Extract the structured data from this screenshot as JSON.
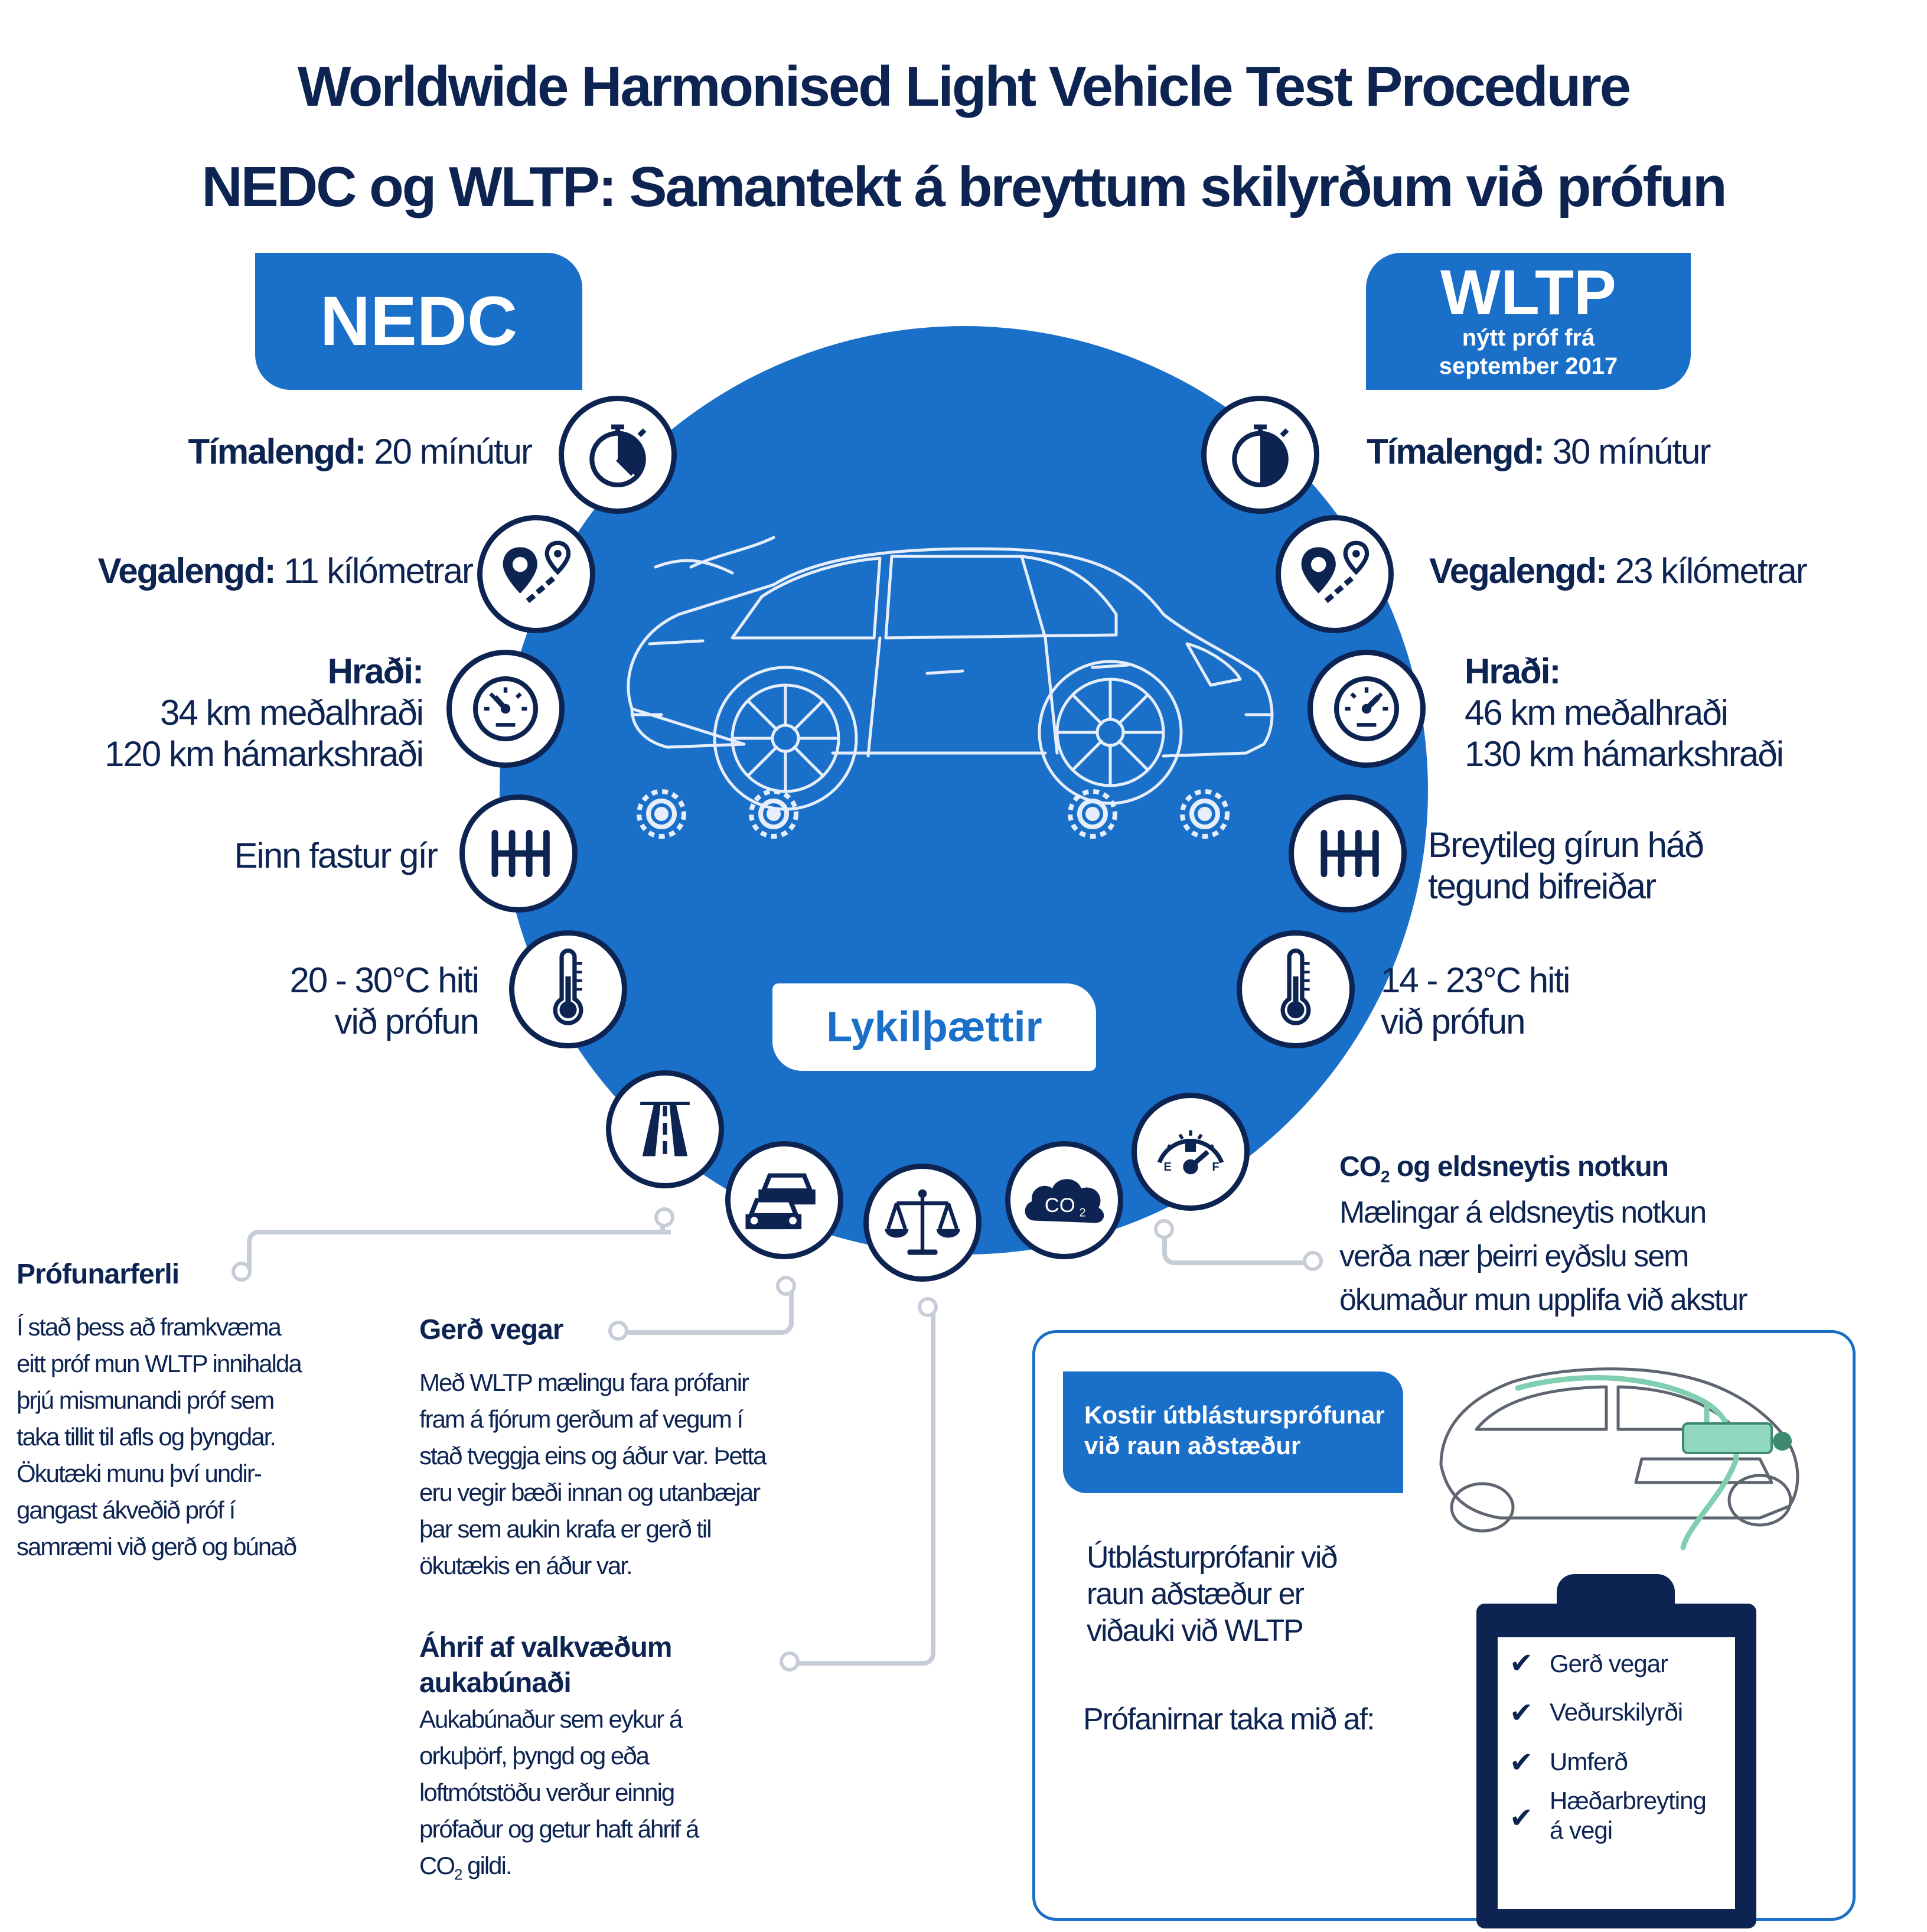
{
  "titles": {
    "line1": "Worldwide Harmonised Light Vehicle Test Procedure",
    "line2": "NEDC og WLTP: Samantekt á breyttum skilyrðum við prófun"
  },
  "nedc": {
    "tag": "NEDC",
    "duration_label": "Tímalengd:",
    "duration_value": " 20 mínútur",
    "distance_label": "Vegalengd:",
    "distance_value": " 11 kílómetrar",
    "speed_label": "Hraði:",
    "speed_avg": "34 km meðalhraði",
    "speed_max": "120 km hámarkshraði",
    "gear": "Einn fastur gír",
    "temp_line1": "20 - 30°C hiti",
    "temp_line2": "við prófun"
  },
  "wltp": {
    "tag": "WLTP",
    "tag_sub1": "nýtt próf frá",
    "tag_sub2": "september 2017",
    "duration_label": "Tímalengd:",
    "duration_value": " 30 mínútur",
    "distance_label": "Vegalengd:",
    "distance_value": " 23 kílómetrar",
    "speed_label": "Hraði:",
    "speed_avg": "46 km meðalhraði",
    "speed_max": "130 km hámarkshraði",
    "gear_line1": "Breytileg gírun háð",
    "gear_line2": "tegund bifreiðar",
    "temp_line1": "14 - 23°C hiti",
    "temp_line2": "við prófun"
  },
  "key_factors": "Lykilþættir",
  "icons": {
    "stopwatch": "stopwatch-icon",
    "map_pin": "map-pin-icon",
    "gauge": "speedometer-icon",
    "gearbox": "gear-shift-icon",
    "thermometer": "thermometer-icon",
    "road": "road-icon",
    "traffic": "traffic-cars-icon",
    "scale": "balance-scale-icon",
    "co2_cloud": "co2-cloud-icon",
    "fuel": "fuel-gauge-icon",
    "fuel_e": "E",
    "fuel_f": "F",
    "co2_text": "CO",
    "co2_sub": "2"
  },
  "procedure": {
    "heading": "Prófunarferli",
    "lines": [
      "Í stað þess að framkvæma",
      "eitt próf mun WLTP innihalda",
      "þrjú mismunandi próf sem",
      "taka tillit til afls og þyngdar.",
      "Ökutæki munu því undir-",
      "gangast ákveðið próf í",
      "samræmi við gerð og búnað"
    ]
  },
  "road_type": {
    "heading": "Gerð vegar",
    "lines": [
      "Með WLTP mælingu fara prófanir",
      "fram á fjórum gerðum af vegum í",
      "stað tveggja eins og áður var. Þetta",
      "eru vegir bæði innan og utanbæjar",
      "þar sem aukin krafa er gerð til",
      "ökutækis en áður var."
    ]
  },
  "options": {
    "heading1": "Áhrif af valkvæðum",
    "heading2": "aukabúnaði",
    "lines": [
      "Aukabúnaður sem eykur á",
      "orkuþörf, þyngd og eða",
      "loftmótstöðu verður einnig",
      "prófaður og getur haft áhrif á"
    ],
    "last_prefix": "CO",
    "last_sub": "2",
    "last_suffix": " gildi."
  },
  "co2": {
    "heading_prefix": "CO",
    "heading_sub": "2",
    "heading_suffix": " og eldsneytis notkun",
    "lines": [
      "Mælingar á eldsneytis notkun",
      "verða nær þeirri eyðslu sem",
      "ökumaður mun upplifa við akstur"
    ]
  },
  "rde": {
    "tag_line1": "Kostir útblástursprófunar",
    "tag_line2": "við raun aðstæður",
    "text_lines": [
      "Útblásturprófanir við",
      "raun aðstæður er",
      "viðauki við WLTP"
    ],
    "takes_into_account": "Prófanirnar taka mið af:",
    "checklist": [
      "Gerð vegar",
      "Veðurskilyrði",
      "Umferð",
      "Hæðarbreyting",
      "á vegi"
    ]
  }
}
